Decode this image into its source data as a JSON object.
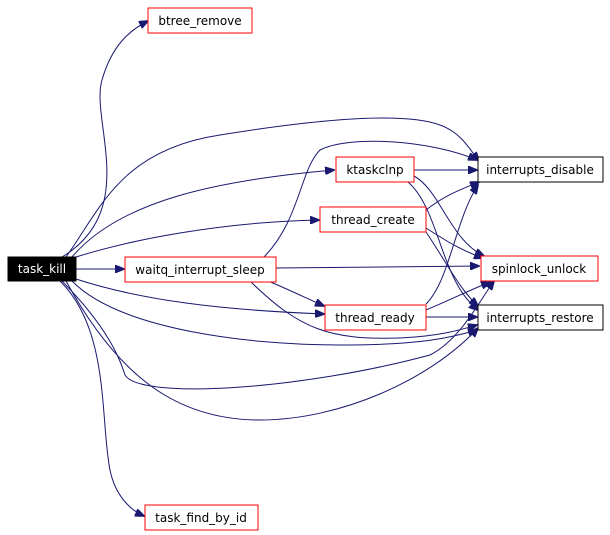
{
  "graph": {
    "nodes": {
      "task_kill": "task_kill",
      "btree_remove": "btree_remove",
      "waitq_interrupt_sleep": "waitq_interrupt_sleep",
      "ktaskclnp": "ktaskclnp",
      "thread_create": "thread_create",
      "thread_ready": "thread_ready",
      "interrupts_disable": "interrupts_disable",
      "spinlock_unlock": "spinlock_unlock",
      "interrupts_restore": "interrupts_restore",
      "task_find_by_id": "task_find_by_id"
    },
    "colors": {
      "edge": "#191970",
      "node_border_linked": "#ff0000",
      "node_border_plain": "#000000",
      "root_fill": "#000000",
      "root_text": "#ffffff"
    },
    "edges": [
      [
        "task_kill",
        "btree_remove"
      ],
      [
        "task_kill",
        "interrupts_disable"
      ],
      [
        "task_kill",
        "ktaskclnp"
      ],
      [
        "task_kill",
        "thread_create"
      ],
      [
        "task_kill",
        "waitq_interrupt_sleep"
      ],
      [
        "task_kill",
        "thread_ready"
      ],
      [
        "task_kill",
        "interrupts_restore"
      ],
      [
        "task_kill",
        "spinlock_unlock"
      ],
      [
        "task_kill",
        "task_find_by_id"
      ],
      [
        "waitq_interrupt_sleep",
        "interrupts_disable"
      ],
      [
        "waitq_interrupt_sleep",
        "spinlock_unlock"
      ],
      [
        "waitq_interrupt_sleep",
        "thread_ready"
      ],
      [
        "waitq_interrupt_sleep",
        "interrupts_restore"
      ],
      [
        "ktaskclnp",
        "interrupts_disable"
      ],
      [
        "ktaskclnp",
        "spinlock_unlock"
      ],
      [
        "ktaskclnp",
        "interrupts_restore"
      ],
      [
        "thread_create",
        "interrupts_disable"
      ],
      [
        "thread_create",
        "spinlock_unlock"
      ],
      [
        "thread_create",
        "interrupts_restore"
      ],
      [
        "thread_ready",
        "interrupts_disable"
      ],
      [
        "thread_ready",
        "spinlock_unlock"
      ],
      [
        "thread_ready",
        "interrupts_restore"
      ]
    ]
  }
}
